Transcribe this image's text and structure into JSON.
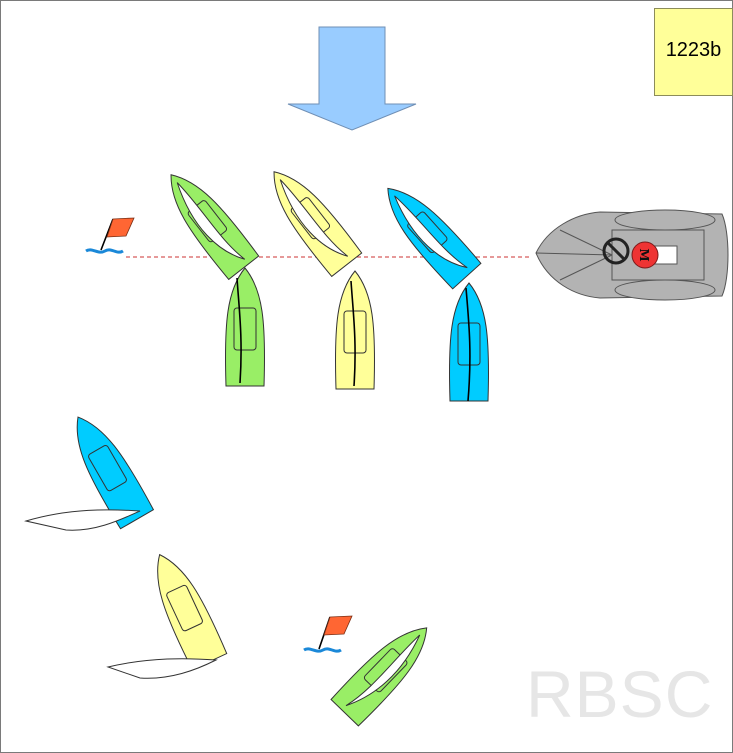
{
  "diagram": {
    "id_label": "1223b",
    "watermark": "RBSC",
    "committee_boat_mark": "M",
    "colors": {
      "wind_arrow": "#99ccff",
      "boat_green": "#99ee66",
      "boat_yellow": "#ffff99",
      "boat_blue": "#00ccff",
      "committee_boat": "#b3b3b3",
      "flag": "#ff6633",
      "water": "#1a88d8",
      "start_line": "#cc3333",
      "id_box": "#ffff99"
    },
    "icons": [
      "wind-arrow",
      "pin-end-flag",
      "committee-boat",
      "no-entry-symbol",
      "finish-flag"
    ]
  }
}
